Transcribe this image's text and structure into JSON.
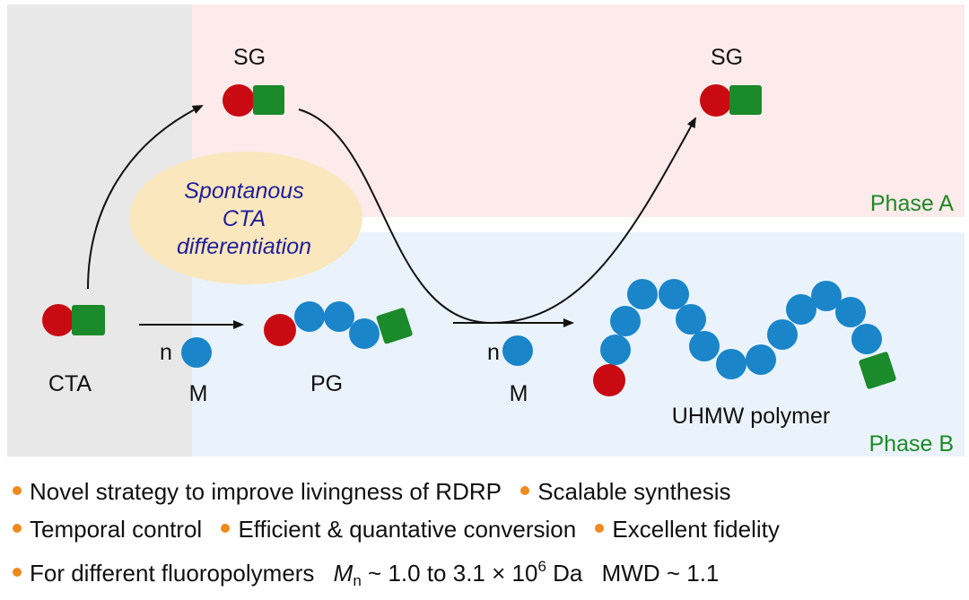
{
  "colors": {
    "phase_a_bg": "#fdeaea",
    "phase_b_bg": "#eaf3fb",
    "left_bg": "#e8e8e8",
    "red": "#c90a12",
    "green": "#1b8a2a",
    "blue": "#1a85c9",
    "ellipse": "#fbe7bd",
    "ellipse_text": "#1f1f9c",
    "phase_text": "#1c8a26",
    "bullet": "#f08a1c"
  },
  "labels": {
    "sg_left": "SG",
    "sg_right": "SG",
    "cta": "CTA",
    "n1": "n",
    "m1": "M",
    "pg": "PG",
    "n2": "n",
    "m2": "M",
    "uhmw": "UHMW polymer",
    "phase_a": "Phase A",
    "phase_b": "Phase B"
  },
  "ellipse": {
    "line1": "Spontanous",
    "line2": "CTA",
    "line3": "differentiation"
  },
  "bullets": {
    "b1": "Novel strategy to improve livingness of RDRP",
    "b2": "Scalable synthesis",
    "b3": "Temporal control",
    "b4": "Efficient & quantative conversion",
    "b5": "Excellent fidelity",
    "b6": "For different fluoropolymers",
    "mn_symbol": "M",
    "mn_sub": "n",
    "mn_range": "~ 1.0 to 3.1 × 10",
    "mn_exp": "6",
    "mn_unit": "Da",
    "mwd": "MWD ~ 1.1"
  }
}
